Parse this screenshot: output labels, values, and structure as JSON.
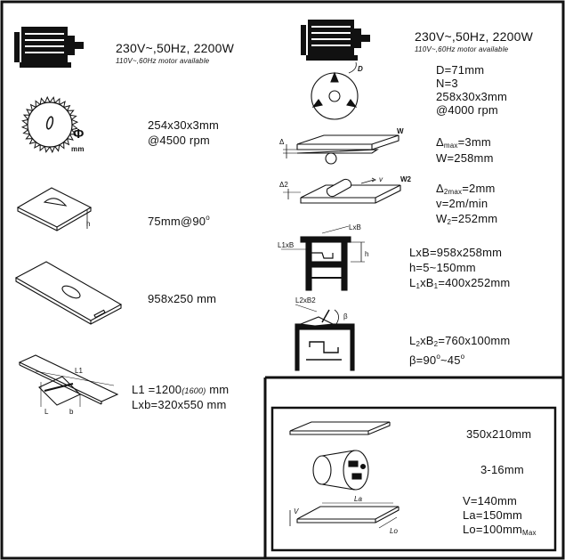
{
  "left": {
    "motor": {
      "spec": "230V~,50Hz, 2200W",
      "note": "110V~,60Hz motor available"
    },
    "blade": {
      "line1": "254x30x3mm",
      "line2": "@4500 rpm",
      "phi": "Φ",
      "phi_unit": "mm"
    },
    "cut": {
      "value": "75mm@90",
      "deg": "o",
      "h_label": "h"
    },
    "table": {
      "value": "958x250 mm"
    },
    "sliding": {
      "l1_prefix": "L1 =1200",
      "l1_alt": "(1600)",
      "l1_unit": " mm",
      "lxb": "Lxb=320x550 mm",
      "lbl_l1": "L1",
      "lbl_l": "L",
      "lbl_b": "b"
    }
  },
  "right": {
    "motor": {
      "spec": "230V~,50Hz, 2200W",
      "note": "110V~,60Hz motor available"
    },
    "cutter": {
      "d": "D=71mm",
      "n": "N=3",
      "size": "258x30x3mm",
      "rpm": "@4000 rpm",
      "lbl_d": "D"
    },
    "planer": {
      "delta": "Δ",
      "delta_sub": "max",
      "delta_val": "=3mm",
      "w": "W=258mm",
      "lbl_delta": "Δ",
      "lbl_w": "W"
    },
    "thickness": {
      "delta": "Δ",
      "delta_sub": "2max",
      "delta_val": "=2mm",
      "v": "v=2m/min",
      "w2_prefix": "W",
      "w2_sub": "2",
      "w2_val": "=252mm",
      "lbl_delta2": "Δ2",
      "lbl_v": "v",
      "lbl_w2": "W2"
    },
    "mortise": {
      "lxb": "LxB=958x258mm",
      "h": "h=5~150mm",
      "l1_prefix": "L",
      "l1_sub1": "1",
      "l1_mid": "xB",
      "l1_sub2": "1",
      "l1_val": "=400x252mm",
      "lbl_lxb": "LxB",
      "lbl_l1xb": "L1xB",
      "lbl_h": "h"
    },
    "saw": {
      "l2_prefix": "L",
      "l2_sub1": "2",
      "l2_mid": "xB",
      "l2_sub2": "2",
      "l2_val": "=760x100mm",
      "beta_prefix": "β=90",
      "beta_mid": "~45",
      "deg": "o",
      "lbl_l2xb2": "L2xB2",
      "lbl_beta": "β"
    }
  },
  "bottom": {
    "plate": "350x210mm",
    "chuck": "3-16mm",
    "v": "V=140mm",
    "la": "La=150mm",
    "lo_prefix": "Lo=100mm",
    "lo_sub": "Max",
    "lbl_la": "La",
    "lbl_lo": "Lo",
    "lbl_v": "V"
  }
}
